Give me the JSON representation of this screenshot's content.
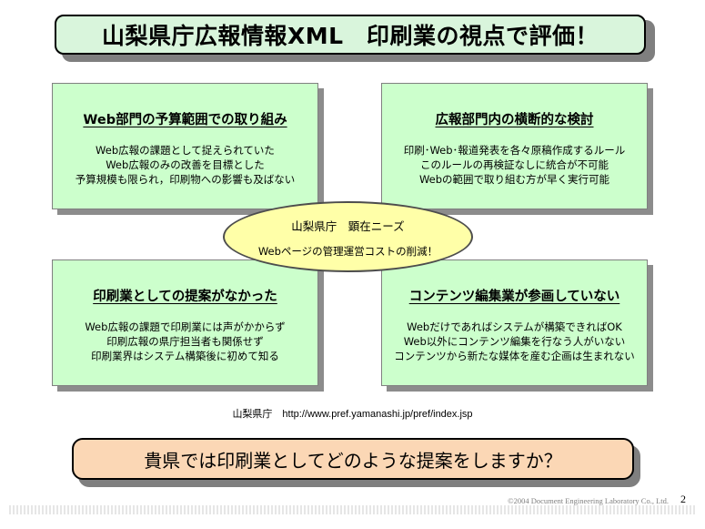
{
  "title": "山梨県庁広報情報XML　印刷業の視点で評価！",
  "panels": {
    "top_left": {
      "heading": "Web部門の予算範囲での取り組み",
      "lines": [
        "Web広報の課題として捉えられていた",
        "Web広報のみの改善を目標とした",
        "予算規模も限られ，印刷物への影響も及ばない"
      ]
    },
    "top_right": {
      "heading": "広報部門内の横断的な検討",
      "lines": [
        "印刷･Web･報道発表を各々原稿作成するルール",
        "このルールの再検証なしに統合が不可能",
        "Webの範囲で取り組む方が早く実行可能"
      ]
    },
    "bottom_left": {
      "heading": "印刷業としての提案がなかった",
      "lines": [
        "Web広報の課題で印刷業には声がかからず",
        "印刷広報の県庁担当者も関係せず",
        "印刷業界はシステム構築後に初めて知る"
      ]
    },
    "bottom_right": {
      "heading": "コンテンツ編集業が参画していない",
      "lines": [
        "Webだけであればシステムが構築できればOK",
        "Web以外にコンテンツ編集を行なう人がいない",
        "コンテンツから新たな媒体を産む企画は生まれない"
      ]
    }
  },
  "center": {
    "line1": "山梨県庁　顕在ニーズ",
    "line2": "Webページの管理運営コストの削減！"
  },
  "source": "山梨県庁　http://www.pref.yamanashi.jp/pref/index.jsp",
  "question": "貴県では印刷業としてどのような提案をしますか？",
  "copyright": "©2004  Document Engineering Laboratory Co., Ltd.",
  "page_number": "2",
  "colors": {
    "title_bg": "#d9f5dc",
    "panel_bg": "#ccffcc",
    "ellipse_bg": "#ffffa8",
    "question_bg": "#fbd7b5"
  }
}
